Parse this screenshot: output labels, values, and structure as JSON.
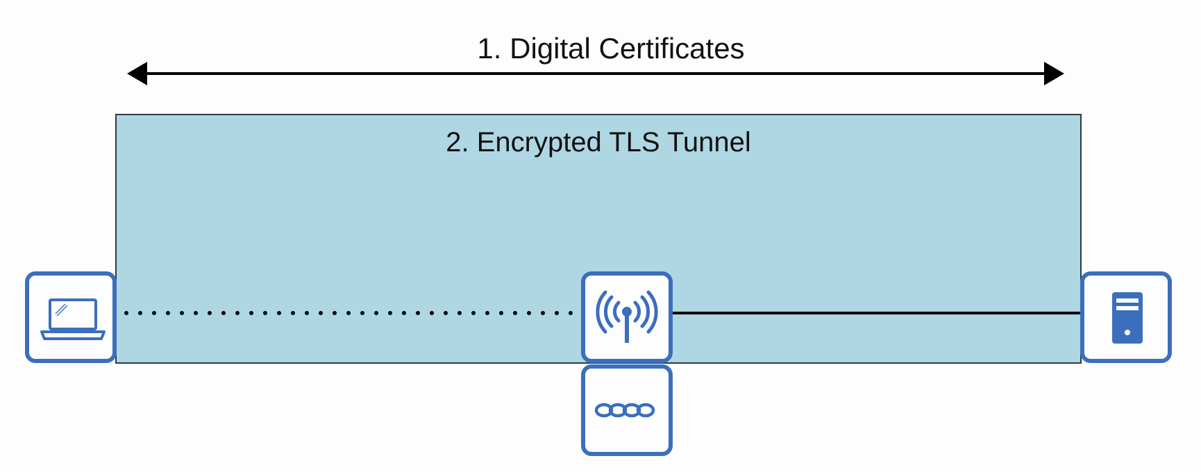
{
  "diagram": {
    "title_arrow_label": "1. Digital Certificates",
    "tunnel_label": "2. Encrypted TLS Tunnel",
    "colors": {
      "tunnel_fill": "#aed7e3",
      "device_border": "#3b6fbb",
      "device_fill": "#fdfdfd",
      "line": "#000000"
    },
    "devices": [
      {
        "id": "laptop",
        "icon": "laptop-icon"
      },
      {
        "id": "access-point",
        "icon": "wireless-access-point-icon"
      },
      {
        "id": "controller",
        "icon": "chain-link-icon"
      },
      {
        "id": "server",
        "icon": "server-icon"
      }
    ],
    "connections": [
      {
        "from": "laptop",
        "to": "access-point",
        "style": "dotted"
      },
      {
        "from": "access-point",
        "to": "server",
        "style": "solid"
      }
    ]
  }
}
